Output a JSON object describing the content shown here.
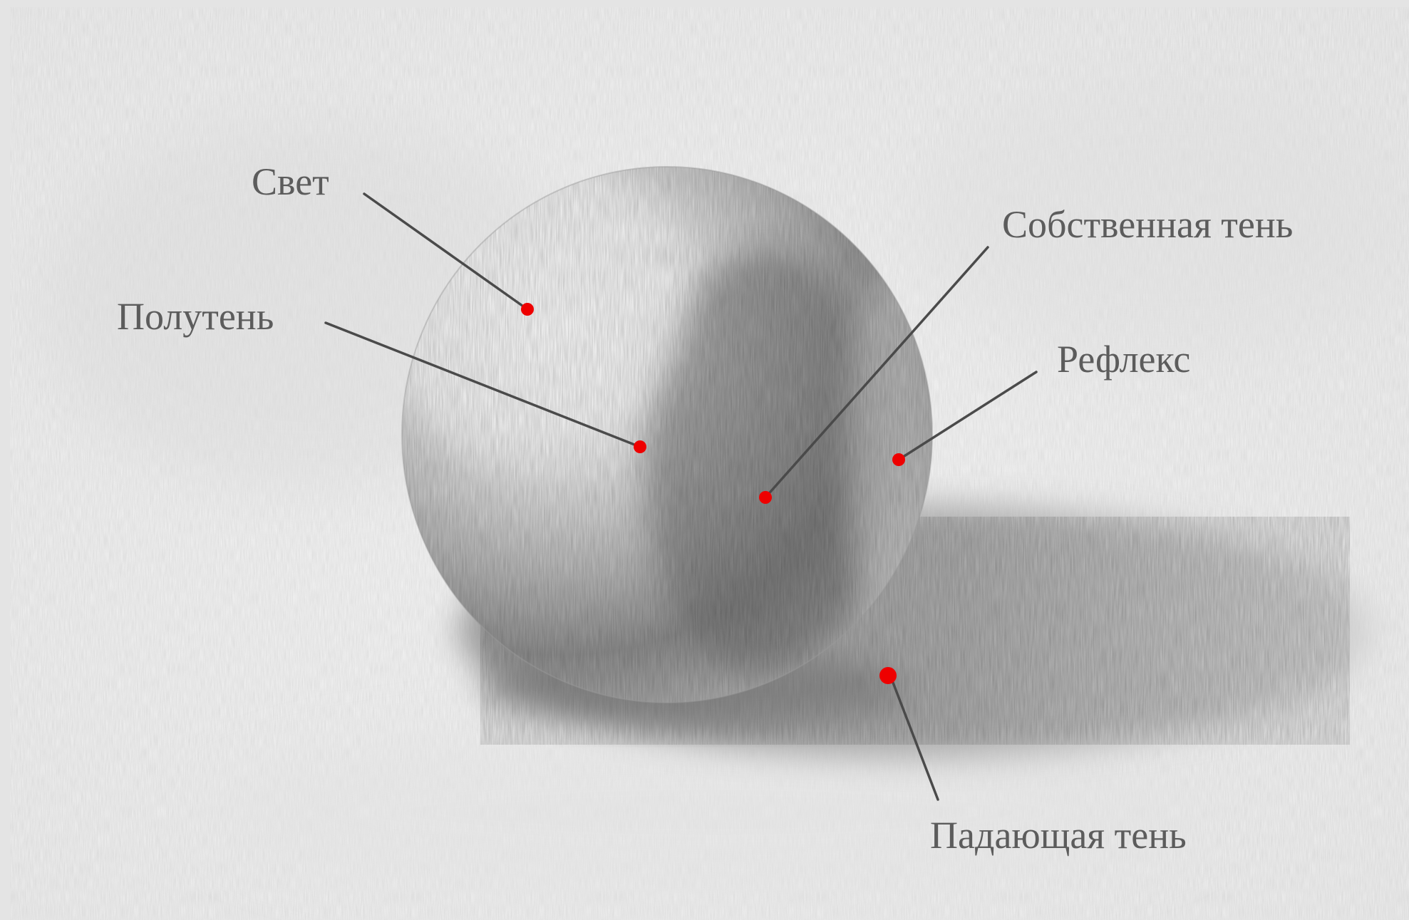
{
  "colors": {
    "page_border": "#e4e4e4",
    "paper": "#f5f5f5",
    "marker": "#ee0000",
    "label_text": "#5c5c5c",
    "leader_line": "#4a4a4a"
  },
  "labels": {
    "light": "Свет",
    "halftone": "Полутень",
    "core_shadow": "Собственная тень",
    "reflected_light": "Рефлекс",
    "cast_shadow": "Падающая тень"
  }
}
